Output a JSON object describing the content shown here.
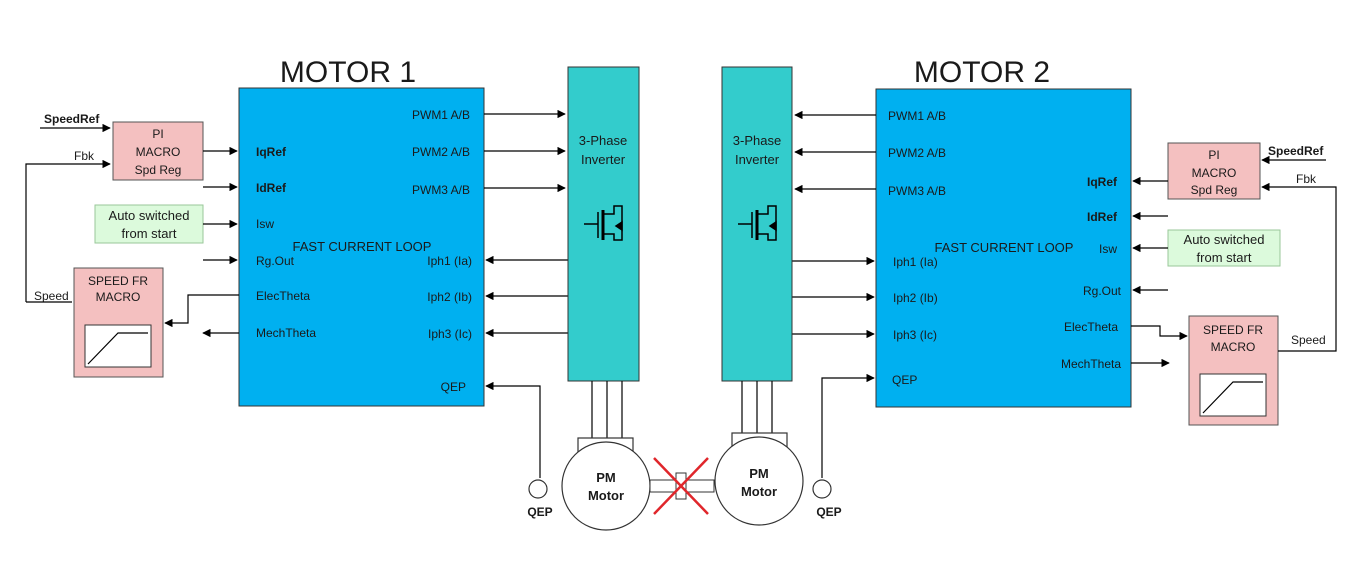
{
  "motor1": {
    "title": "MOTOR 1",
    "loop_label": "FAST CURRENT LOOP",
    "inputs": [
      "IqRef",
      "IdRef",
      "Isw",
      "Rg.Out",
      "ElecTheta",
      "MechTheta"
    ],
    "outputs": [
      "PWM1 A/B",
      "PWM2 A/B",
      "PWM3 A/B",
      "Iph1 (Ia)",
      "Iph2 (Ib)",
      "Iph3 (Ic)",
      "QEP"
    ],
    "pi_block": [
      "PI",
      "MACRO",
      "Spd Reg"
    ],
    "speed_fr_block": [
      "SPEED FR",
      "MACRO"
    ],
    "auto_block": [
      "Auto switched",
      "from start"
    ],
    "signals": {
      "speedref": "SpeedRef",
      "fbk": "Fbk",
      "speed": "Speed"
    },
    "inverter": [
      "3-Phase",
      "Inverter"
    ],
    "pm_motor": [
      "PM",
      "Motor"
    ],
    "qep": "QEP"
  },
  "motor2": {
    "title": "MOTOR 2",
    "loop_label": "FAST CURRENT LOOP",
    "left_pins": [
      "PWM1 A/B",
      "PWM2 A/B",
      "PWM3 A/B",
      "Iph1 (Ia)",
      "Iph2 (Ib)",
      "Iph3 (Ic)",
      "QEP"
    ],
    "right_pins": [
      "IqRef",
      "IdRef",
      "Isw",
      "Rg.Out",
      "ElecTheta",
      "MechTheta"
    ],
    "pi_block": [
      "PI",
      "MACRO",
      "Spd Reg"
    ],
    "speed_fr_block": [
      "SPEED FR",
      "MACRO"
    ],
    "auto_block": [
      "Auto switched",
      "from start"
    ],
    "signals": {
      "speedref": "SpeedRef",
      "fbk": "Fbk",
      "speed": "Speed"
    },
    "inverter": [
      "3-Phase",
      "Inverter"
    ],
    "pm_motor": [
      "PM",
      "Motor"
    ],
    "qep": "QEP"
  },
  "colors": {
    "loop_box": "#00b0f0",
    "inverter_box": "#33cccc",
    "macro_box": "#f4c0c0",
    "auto_box": "#dcfadc",
    "coupling_cross": "#e0262b"
  }
}
